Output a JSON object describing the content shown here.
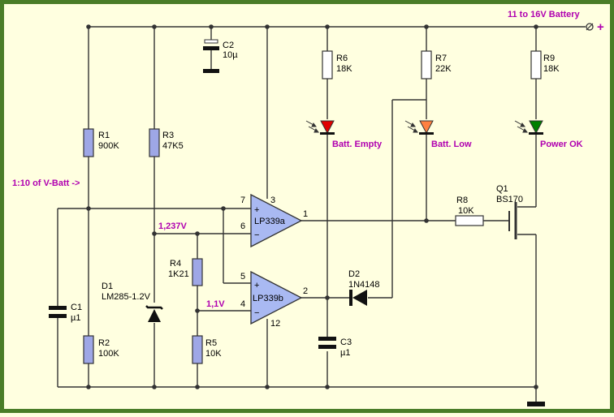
{
  "battery_label": "11 to 16V Battery",
  "plus_sign": "+",
  "vbatt_note": "1:10 of V-Batt ->",
  "ref_voltage_a": "1,237V",
  "ref_voltage_b": "1,1V",
  "components": {
    "R1": {
      "name": "R1",
      "value": "900K"
    },
    "R2": {
      "name": "R2",
      "value": "100K"
    },
    "R3": {
      "name": "R3",
      "value": "47K5"
    },
    "R4": {
      "name": "R4",
      "value": "1K21"
    },
    "R5": {
      "name": "R5",
      "value": "10K"
    },
    "R6": {
      "name": "R6",
      "value": "18K"
    },
    "R7": {
      "name": "R7",
      "value": "22K"
    },
    "R8": {
      "name": "R8",
      "value": "10K"
    },
    "R9": {
      "name": "R9",
      "value": "18K"
    },
    "C1": {
      "name": "C1",
      "value": "µ1"
    },
    "C2": {
      "name": "C2",
      "value": "10µ"
    },
    "C3": {
      "name": "C3",
      "value": "µ1"
    },
    "D1": {
      "name": "D1",
      "value": "LM285-1.2V"
    },
    "D2": {
      "name": "D2",
      "value": "1N4148"
    },
    "Q1": {
      "name": "Q1",
      "value": "BS170"
    },
    "U1a": {
      "name": "LP339a"
    },
    "U1b": {
      "name": "LP339b"
    }
  },
  "leds": {
    "empty": {
      "label": "Batt. Empty",
      "color": "#e00000"
    },
    "low": {
      "label": "Batt. Low",
      "color": "#ff8040"
    },
    "ok": {
      "label": "Power OK",
      "color": "#008000"
    }
  },
  "pins": {
    "a_plus": "7",
    "a_minus": "6",
    "a_vcc": "3",
    "a_out": "1",
    "b_plus": "5",
    "b_minus": "4",
    "b_gnd": "12",
    "b_out": "2",
    "sym_plus": "+",
    "sym_minus": "−"
  },
  "colors": {
    "frame": "#4a7d28",
    "background": "#ffffe0",
    "annotation": "#b000b0",
    "resistor": "#9ea7e6",
    "opamp": "#a9b9f2"
  }
}
